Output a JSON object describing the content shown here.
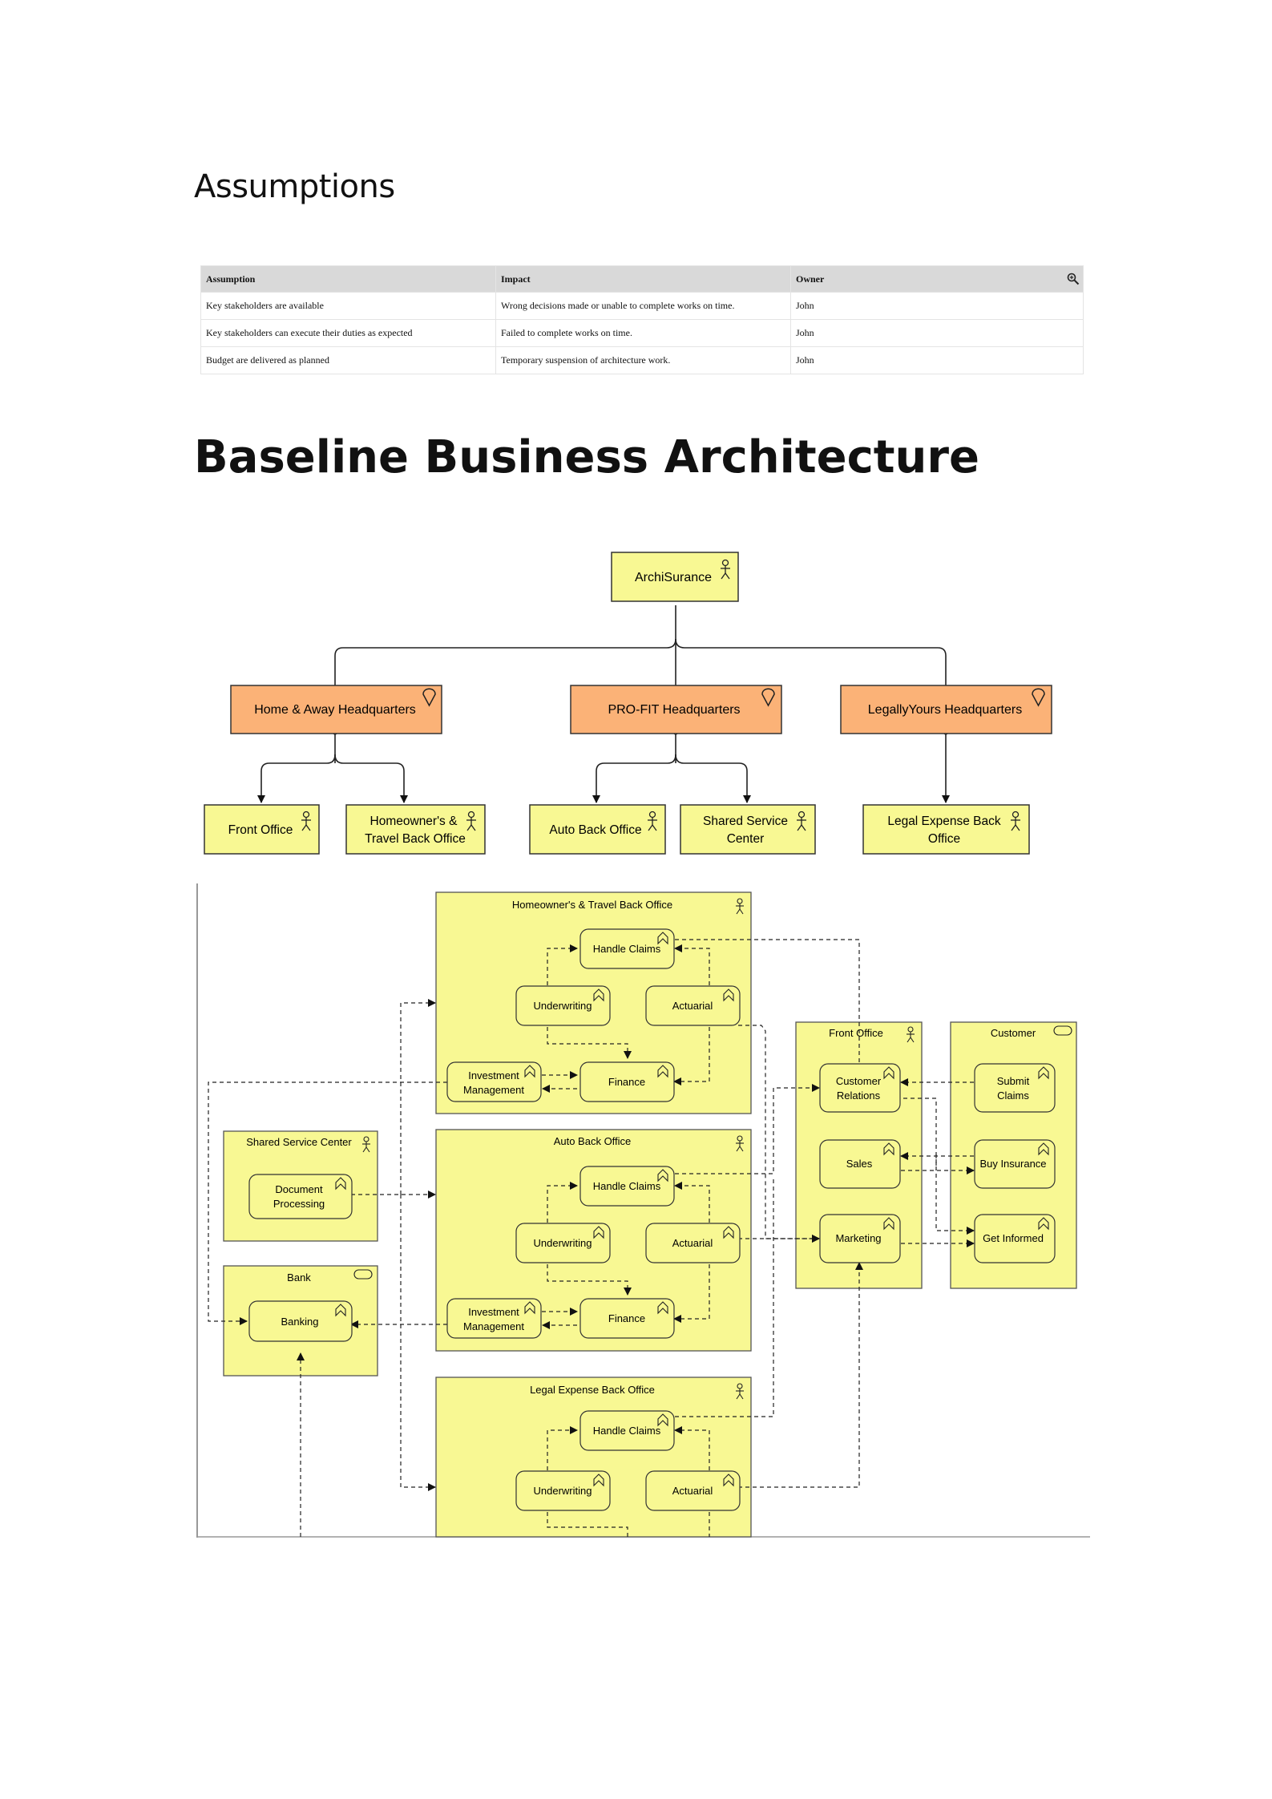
{
  "assumptions": {
    "heading": "Assumptions",
    "columns": [
      "Assumption",
      "Impact",
      "Owner"
    ],
    "rows": [
      [
        "Key stakeholders are available",
        "Wrong decisions made or unable to complete works on time.",
        "John"
      ],
      [
        "Key stakeholders can execute their duties as expected",
        "Failed to complete works on time.",
        "John"
      ],
      [
        "Budget are delivered as planned",
        "Temporary suspension of architecture work.",
        "John"
      ]
    ],
    "zoom_icon": "zoom-in-icon"
  },
  "baseline": {
    "heading": "Baseline Business Architecture",
    "org": {
      "root": "ArchiSurance",
      "headquarters": [
        "Home & Away Headquarters",
        "PRO-FIT Headquarters",
        "LegallyYours Headquarters"
      ],
      "units": [
        "Front Office",
        "Homeowner's & Travel Back Office",
        "Auto Back Office",
        "Shared Service Center",
        "Legal Expense Back Office"
      ]
    },
    "process": {
      "back_offices": [
        "Homeowner's & Travel Back Office",
        "Auto Back Office",
        "Legal Expense Back Office"
      ],
      "functions": [
        "Handle Claims",
        "Underwriting",
        "Actuarial",
        "Investment Management",
        "Finance"
      ],
      "shared_service_center": "Shared Service Center",
      "document_processing": "Document Processing",
      "bank": "Bank",
      "banking": "Banking",
      "front_office": "Front Office",
      "front_functions": [
        "Customer Relations",
        "Sales",
        "Marketing"
      ],
      "customer": "Customer",
      "customer_functions": [
        "Submit Claims",
        "Buy Insurance",
        "Get Informed"
      ]
    },
    "colors": {
      "actor_fill": "#f8f893",
      "location_fill": "#fbb277",
      "border": "#333333"
    }
  }
}
